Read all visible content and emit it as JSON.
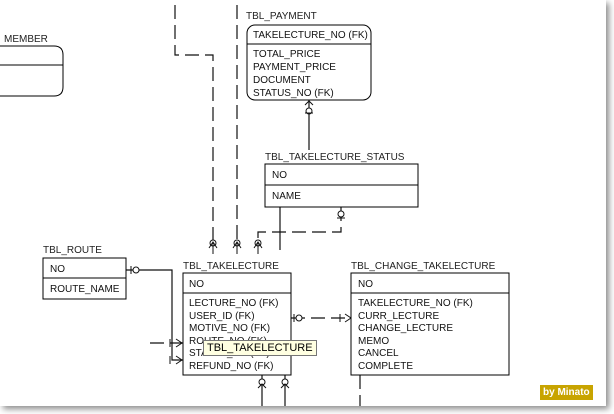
{
  "entities": {
    "member": {
      "title": "MEMBER"
    },
    "payment": {
      "title": "TBL_PAYMENT",
      "key": "TAKELECTURE_NO (FK)",
      "fields": [
        "TOTAL_PRICE",
        "PAYMENT_PRICE",
        "DOCUMENT",
        "STATUS_NO (FK)"
      ]
    },
    "takelecture_status": {
      "title": "TBL_TAKELECTURE_STATUS",
      "key": "NO",
      "fields": [
        "NAME"
      ]
    },
    "route": {
      "title": "TBL_ROUTE",
      "key": "NO",
      "fields": [
        "ROUTE_NAME"
      ]
    },
    "takelecture": {
      "title": "TBL_TAKELECTURE",
      "key": "NO",
      "fields": [
        "LECTURE_NO (FK)",
        "USER_ID (FK)",
        "MOTIVE_NO (FK)",
        "ROUTE_NO (FK)",
        "STATUS_NO (FK)",
        "REFUND_NO (FK)"
      ]
    },
    "change_takelecture": {
      "title": "TBL_CHANGE_TAKELECTURE",
      "key": "NO",
      "fields": [
        "TAKELECTURE_NO (FK)",
        "CURR_LECTURE",
        "CHANGE_LECTURE",
        "MEMO",
        "CANCEL",
        "COMPLETE"
      ]
    }
  },
  "tooltip": {
    "text": "TBL_TAKELECTURE"
  },
  "watermark": {
    "text": "by Minato"
  }
}
